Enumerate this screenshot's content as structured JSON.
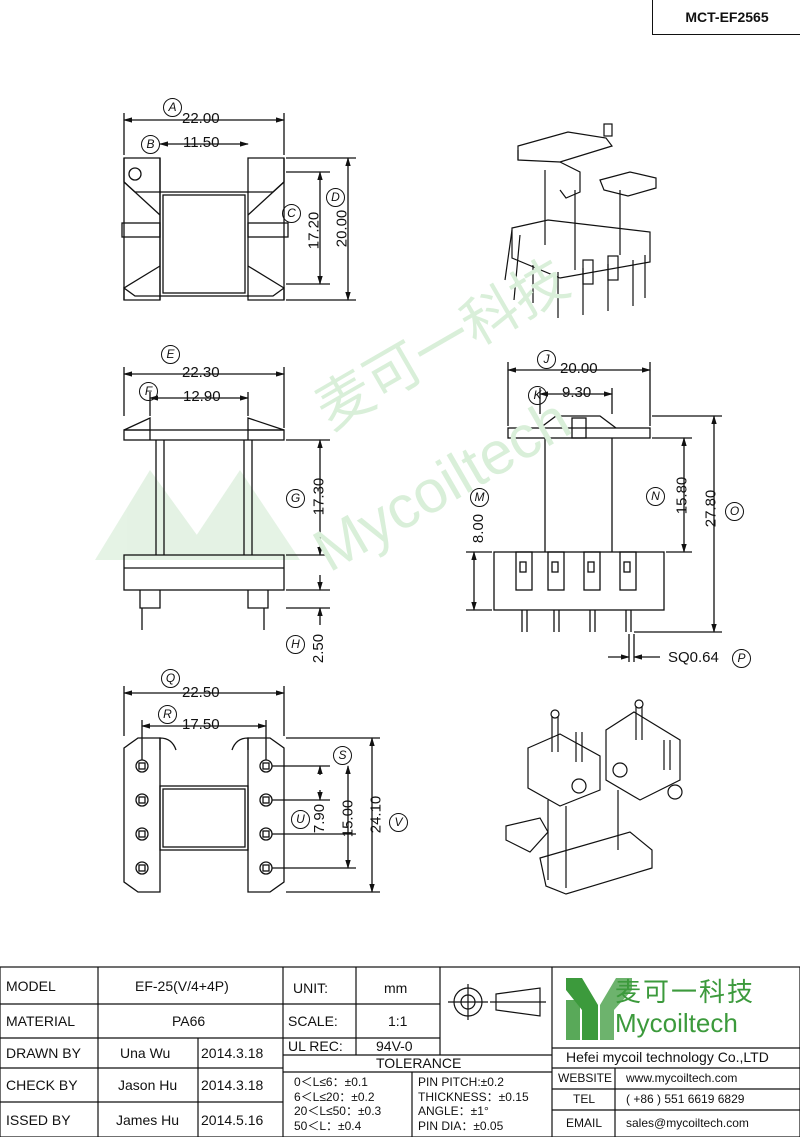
{
  "part_number": "MCT-EF2565",
  "dimensions": {
    "A": {
      "label": "A",
      "value": "22.00"
    },
    "B": {
      "label": "B",
      "value": "11.50"
    },
    "C": {
      "label": "C",
      "value": "17.20"
    },
    "D": {
      "label": "D",
      "value": "20.00"
    },
    "E": {
      "label": "E",
      "value": "22.30"
    },
    "F": {
      "label": "F",
      "value": "12.90"
    },
    "G": {
      "label": "G",
      "value": "17.30"
    },
    "H": {
      "label": "H",
      "value": "2.50"
    },
    "J": {
      "label": "J",
      "value": "20.00"
    },
    "K": {
      "label": "K",
      "value": "9.30"
    },
    "M": {
      "label": "M",
      "value": "8.00"
    },
    "N": {
      "label": "N",
      "value": "15.80"
    },
    "O": {
      "label": "O",
      "value": "27.80"
    },
    "P": {
      "label": "P",
      "value": "SQ0.64"
    },
    "Q": {
      "label": "Q",
      "value": "22.50"
    },
    "R": {
      "label": "R",
      "value": "17.50"
    },
    "S": {
      "label": "S",
      "value": ""
    },
    "U": {
      "label": "U",
      "value": "7.90"
    },
    "T": {
      "value": "15.00"
    },
    "V": {
      "label": "V",
      "value": "24.10"
    }
  },
  "watermark": {
    "cn": "麦可一科技",
    "en": "Mycoiltech"
  },
  "title_block": {
    "model_label": "MODEL",
    "model_value": "EF-25(V/4+4P)",
    "material_label": "MATERIAL",
    "material_value": "PA66",
    "drawn_label": "DRAWN BY",
    "drawn_name": "Una Wu",
    "drawn_date": "2014.3.18",
    "check_label": "CHECK BY",
    "check_name": "Jason Hu",
    "check_date": "2014.3.18",
    "issued_label": "ISSED BY",
    "issued_name": "James Hu",
    "issued_date": "2014.5.16",
    "unit_label": "UNIT:",
    "unit_value": "mm",
    "scale_label": "SCALE:",
    "scale_value": "1:1",
    "ul_label": "UL REC:",
    "ul_value": "94V-0",
    "tolerance_label": "TOLERANCE",
    "tol_1": "0＜L≤6：±0.1",
    "tol_2": "6＜L≤20：±0.2",
    "tol_3": "20＜L≤50：±0.3",
    "tol_4": "50＜L：±0.4",
    "pin_pitch": "PIN PITCH:±0.2",
    "thickness": "THICKNESS：±0.15",
    "angle": "ANGLE：±1°",
    "pin_dia": "PIN DIA：±0.05",
    "logo_cn": "麦可一科技",
    "logo_en": "Mycoiltech",
    "company": "Hefei mycoil technology Co.,LTD",
    "website_label": "WEBSITE",
    "website_value": "www.mycoiltech.com",
    "tel_label": "TEL",
    "tel_value": "( +86 ) 551 6619 6829",
    "email_label": "EMAIL",
    "email_value": "sales@mycoiltech.com"
  },
  "colors": {
    "line": "#111111",
    "logo_green": "#3c9a3c",
    "watermark": "#d9efd9"
  }
}
